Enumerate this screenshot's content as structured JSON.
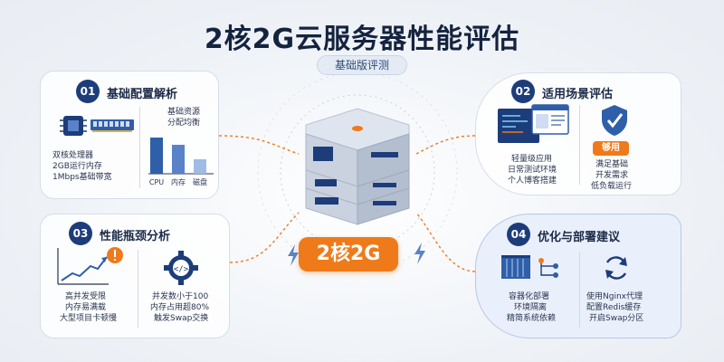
{
  "page": {
    "title": "2核2G云服务器性能评估",
    "subtitle": "基础版评测",
    "center_badge": "2核2G"
  },
  "cards": [
    {
      "number": "01",
      "title": "基础配置解析",
      "spec_lines": [
        "双核处理器",
        "2GB运行内存",
        "1Mbps基础带宽"
      ],
      "balance_label_lines": [
        "基础资源",
        "分配均衡"
      ],
      "bar_labels": [
        "CPU",
        "内存",
        "磁盘"
      ]
    },
    {
      "number": "02",
      "title": "适用场景评估",
      "scene_lines": [
        "轻量级应用",
        "日常测试环境",
        "个人博客搭建"
      ],
      "tag": "够用",
      "need_lines": [
        "满足基础",
        "开发需求",
        "低负载运行"
      ]
    },
    {
      "number": "03",
      "title": "性能瓶颈分析",
      "risk_lines": [
        "高并发受限",
        "内存易满载",
        "大型项目卡顿慢"
      ],
      "threshold_lines": [
        "并发数小于100",
        "内存占用超80%",
        "触发Swap交换"
      ]
    },
    {
      "number": "04",
      "title": "优化与部署建议",
      "deploy_lines": [
        "容器化部署",
        "环境隔离",
        "精简系统依赖"
      ],
      "optimize_lines": [
        "使用Nginx代理",
        "配置Redis缓存",
        "开启Swap分区"
      ]
    }
  ],
  "chart_data": {
    "type": "bar",
    "categories": [
      "CPU",
      "内存",
      "磁盘"
    ],
    "values": [
      5,
      4,
      2
    ],
    "ylim": [
      0,
      6
    ]
  },
  "colors": {
    "accent": "#ef7a1a",
    "navy": "#1d3c7a",
    "bar": "#2f5fa8"
  },
  "icons": [
    "cpu-chip-icon",
    "memory-stick-icon",
    "server-stack-icon",
    "code-window-icon",
    "shield-check-icon",
    "trend-line-icon",
    "warning-icon",
    "gear-code-icon",
    "container-icon",
    "network-nodes-icon",
    "refresh-cycle-icon",
    "lightning-icon"
  ]
}
